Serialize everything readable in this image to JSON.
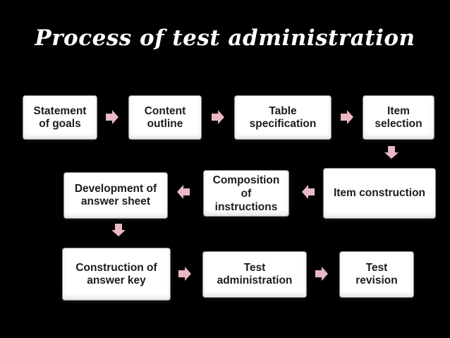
{
  "title": "Process of test administration",
  "colors": {
    "background": "#000000",
    "box_fill": "#ffffff",
    "box_border": "#8a8a8a",
    "arrow_fill": "#e9b8c2",
    "text": "#1c1c1c",
    "title_text": "#ffffff"
  },
  "steps": [
    {
      "label": "Statement\nof goals"
    },
    {
      "label": "Content\noutline"
    },
    {
      "label": "Table\nspecification"
    },
    {
      "label": "Item\nselection"
    },
    {
      "label": "Item construction"
    },
    {
      "label": "Composition\nof\ninstructions"
    },
    {
      "label": "Development of\nanswer sheet"
    },
    {
      "label": "Construction of\nanswer key"
    },
    {
      "label": "Test\nadministration"
    },
    {
      "label": "Test\nrevision"
    }
  ],
  "arrows": [
    {
      "from": 1,
      "to": 2,
      "direction": "right"
    },
    {
      "from": 2,
      "to": 3,
      "direction": "right"
    },
    {
      "from": 3,
      "to": 4,
      "direction": "right"
    },
    {
      "from": 4,
      "to": 5,
      "direction": "down"
    },
    {
      "from": 5,
      "to": 6,
      "direction": "left"
    },
    {
      "from": 6,
      "to": 7,
      "direction": "left"
    },
    {
      "from": 7,
      "to": 8,
      "direction": "down"
    },
    {
      "from": 8,
      "to": 9,
      "direction": "right"
    },
    {
      "from": 9,
      "to": 10,
      "direction": "right"
    }
  ]
}
